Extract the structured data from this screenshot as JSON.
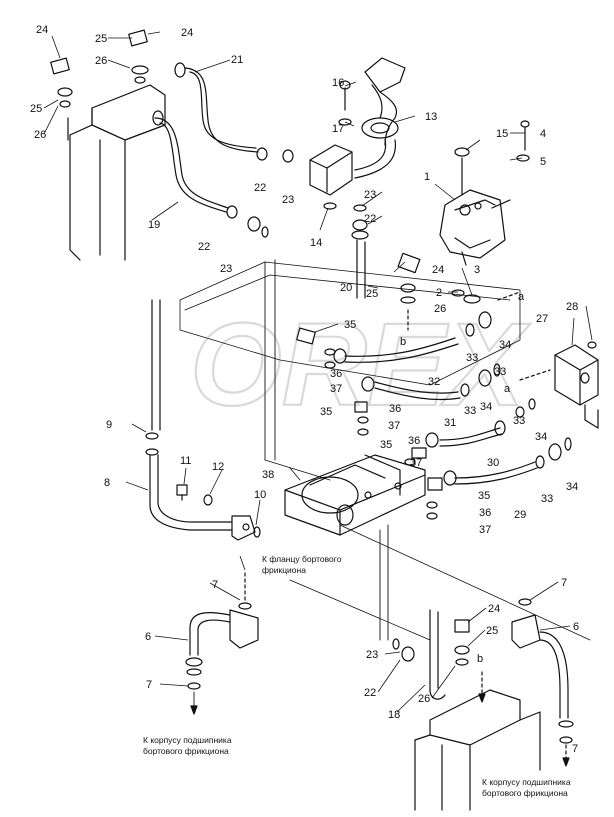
{
  "diagram": {
    "callouts": [
      "1",
      "2",
      "3",
      "4",
      "5",
      "6",
      "7",
      "8",
      "9",
      "10",
      "11",
      "12",
      "13",
      "14",
      "15",
      "16",
      "17",
      "18",
      "19",
      "20",
      "21",
      "22",
      "23",
      "24",
      "25",
      "26",
      "27",
      "28",
      "29",
      "30",
      "31",
      "32",
      "33",
      "34",
      "35",
      "36",
      "37",
      "38",
      "a",
      "b"
    ],
    "notes": {
      "flange": "К фланцу бортового\nфрикциона",
      "bearing_left": "К корпусу подшипника\nбортового фрикциона",
      "bearing_right": "К корпусу подшипника\nбортового фрикциона"
    },
    "watermark": "OREX"
  }
}
